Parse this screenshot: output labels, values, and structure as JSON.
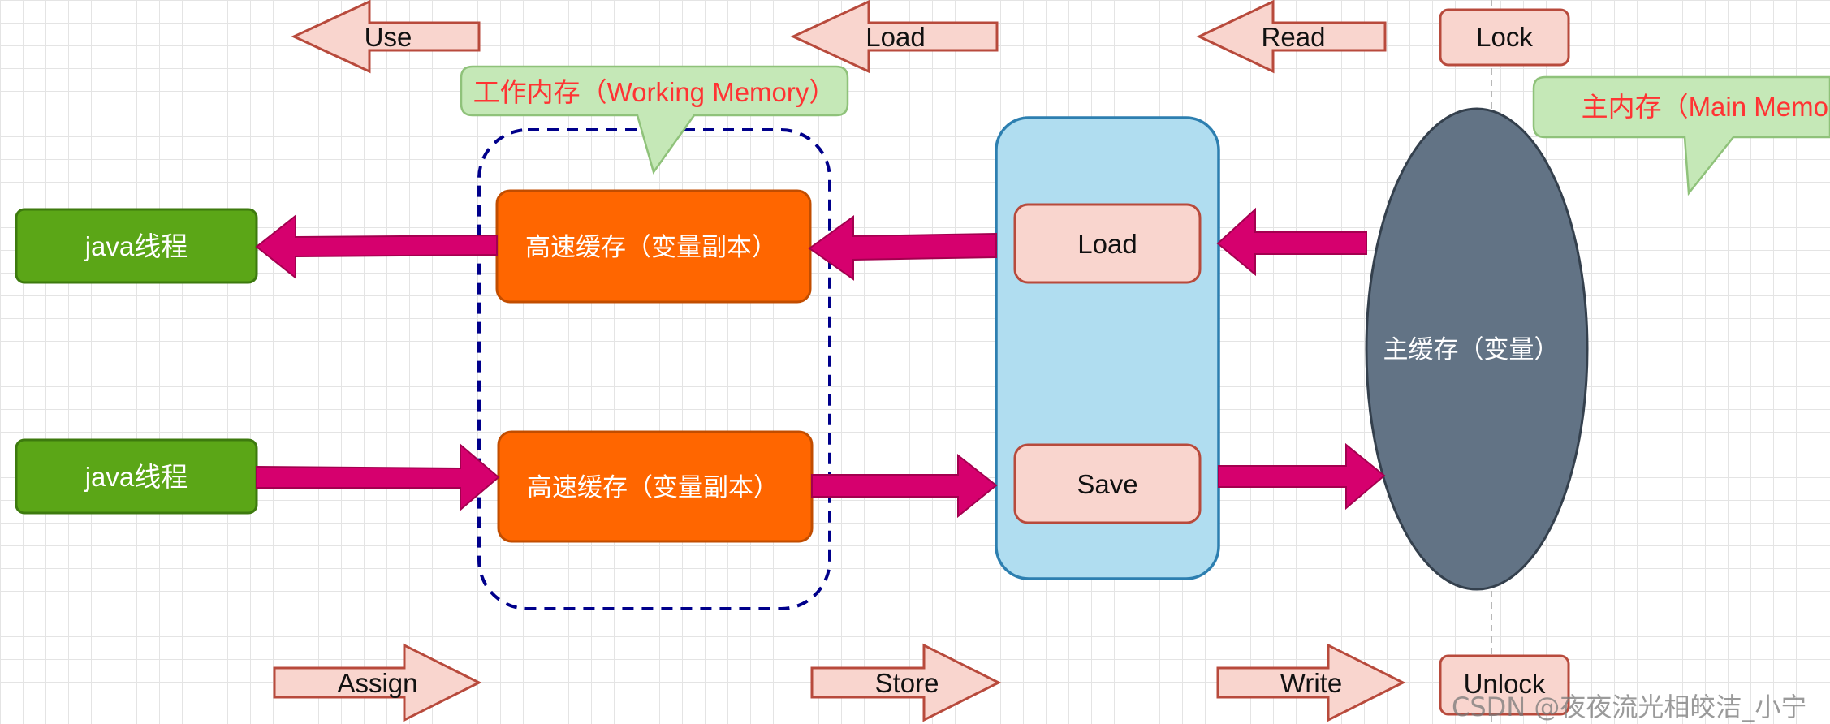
{
  "operations": {
    "use": "Use",
    "load_op": "Load",
    "read": "Read",
    "lock": "Lock",
    "assign": "Assign",
    "store": "Store",
    "write": "Write",
    "unlock": "Unlock"
  },
  "callouts": {
    "working_memory": "工作内存（Working Memory）",
    "main_memory": "主内存（Main Memory）"
  },
  "threads": {
    "top": "java线程",
    "bottom": "java线程"
  },
  "caches": {
    "top": "高速缓存（变量副本）",
    "bottom": "高速缓存（变量副本）"
  },
  "transfer": {
    "load": "Load",
    "save": "Save"
  },
  "main_cache": "主缓存（变量）",
  "watermark": "CSDN @夜夜流光相皎洁_小宁",
  "colors": {
    "thread_fill": "#5ba617",
    "cache_fill": "#ff6600",
    "flow_arrow": "#d6006e",
    "op_arrow_fill": "#f9d5ce",
    "op_arrow_stroke": "#b84a3c",
    "transfer_panel": "#b0ddf0",
    "main_memory_fill": "#627385",
    "callout_fill": "#c5e8b7",
    "callout_text": "#ff3333",
    "working_memory_border": "#00008b"
  }
}
